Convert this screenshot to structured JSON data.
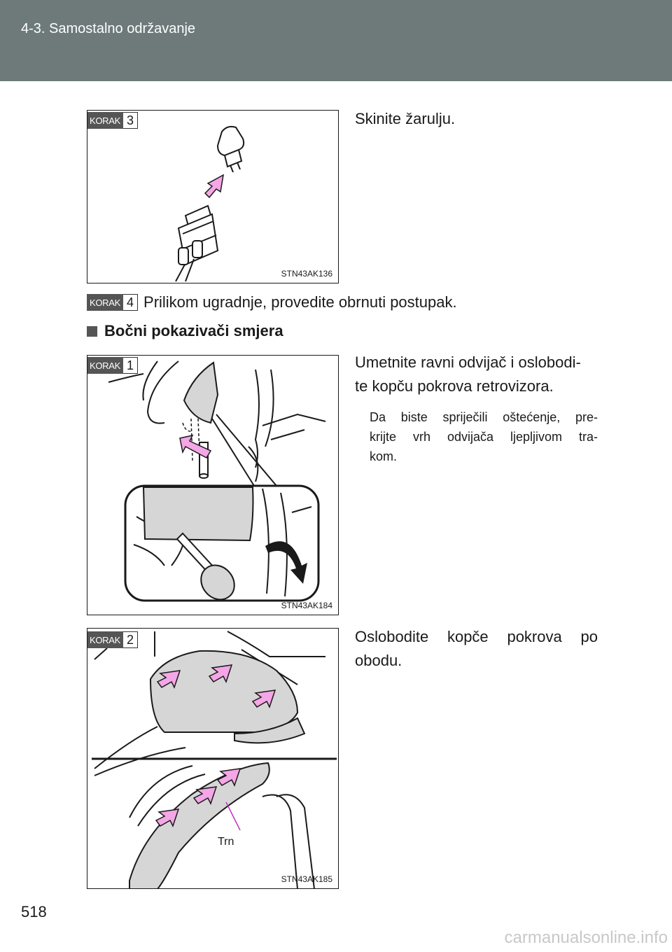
{
  "header": {
    "section_title": "4-3. Samostalno održavanje"
  },
  "page_number": "518",
  "korak_label": "KORAK",
  "step3": {
    "number": "3",
    "text": "Skinite žarulju.",
    "figure_code": "STN43AK136"
  },
  "step4": {
    "number": "4",
    "text": "Prilikom ugradnje, provedite obrnuti postupak."
  },
  "section_heading": "Bočni pokazivači smjera",
  "step1": {
    "number": "1",
    "text_line1": "Umetnite ravni odvijač i oslobodi-",
    "text_line2": "te kopču pokrova retrovizora.",
    "note_line1": "Da biste spriječili oštećenje, pre-",
    "note_line2": "krijte vrh odvijača ljepljivom tra-",
    "note_line3": "kom.",
    "figure_code": "STN43AK184"
  },
  "step2": {
    "number": "2",
    "text_line1": "Oslobodite kopče pokrova po",
    "text_line2": "obodu.",
    "callout": "Trn",
    "figure_code": "STN43AK185"
  },
  "watermark": "carmanualsonline.info",
  "colors": {
    "header": "#6d7a79",
    "arrow_pink": "#f4a6e6",
    "cover_gray": "#d6d6d6"
  }
}
